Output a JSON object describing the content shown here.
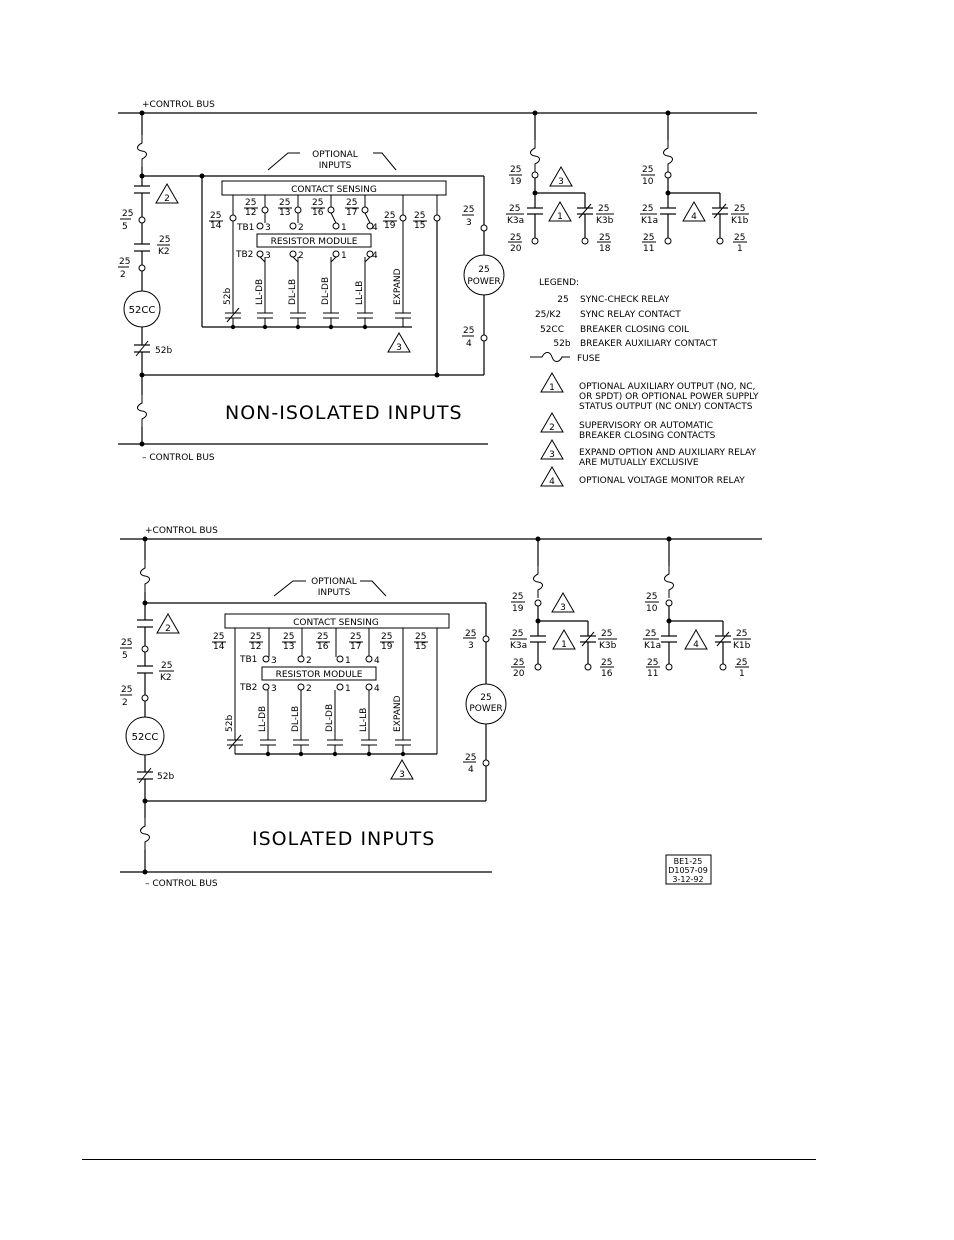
{
  "bus": {
    "pos": "+CONTROL BUS",
    "neg": "–  CONTROL BUS"
  },
  "optional_inputs": [
    "OPTIONAL",
    "INPUTS"
  ],
  "contact_sensing": "CONTACT SENSING",
  "resistor_module": "RESISTOR MODULE",
  "tb1": "TB1",
  "tb2": "TB2",
  "coil_label": "52CC",
  "power_label": [
    "25",
    "POWER"
  ],
  "contact_52b": "52b",
  "input_terms": [
    {
      "top": "25",
      "bot": "14"
    },
    {
      "top": "25",
      "bot": "12"
    },
    {
      "top": "25",
      "bot": "13"
    },
    {
      "top": "25",
      "bot": "16"
    },
    {
      "top": "25",
      "bot": "17"
    },
    {
      "top": "25",
      "bot": "19"
    },
    {
      "top": "25",
      "bot": "15"
    }
  ],
  "tb_nums": [
    "3",
    "2",
    "1",
    "4"
  ],
  "resistor_labels": [
    "52b",
    "LL-DB",
    "DL-LB",
    "DL-DB",
    "LL-LB",
    "EXPAND"
  ],
  "left_terms": {
    "t5": {
      "top": "25",
      "bot": "5"
    },
    "k2": {
      "top": "25",
      "bot": "K2"
    },
    "t2": {
      "top": "25",
      "bot": "2"
    },
    "t3": {
      "top": "25",
      "bot": "3"
    },
    "t4": {
      "top": "25",
      "bot": "4"
    }
  },
  "relay_terms": {
    "t19": {
      "top": "25",
      "bot": "19"
    },
    "k3a": {
      "top": "25",
      "bot": "K3a"
    },
    "k3b": {
      "top": "25",
      "bot": "K3b"
    },
    "t20": {
      "top": "25",
      "bot": "20"
    },
    "t18a": {
      "top": "25",
      "bot": "18"
    },
    "t18b": {
      "top": "25",
      "bot": "16"
    },
    "t10": {
      "top": "25",
      "bot": "10"
    },
    "k1a": {
      "top": "25",
      "bot": "K1a"
    },
    "k1b": {
      "top": "25",
      "bot": "K1b"
    },
    "t11": {
      "top": "25",
      "bot": "11"
    },
    "t1": {
      "top": "25",
      "bot": "1"
    }
  },
  "tri": [
    "1",
    "2",
    "3",
    "4"
  ],
  "legend_title": "LEGEND:",
  "legend": [
    {
      "sym": "25",
      "text": "SYNC-CHECK RELAY"
    },
    {
      "sym": "25/K2",
      "text": "SYNC RELAY CONTACT"
    },
    {
      "sym": "52CC",
      "text": "BREAKER CLOSING COIL"
    },
    {
      "sym": "52b",
      "text": "BREAKER AUXILIARY CONTACT"
    },
    {
      "sym": "",
      "text": "FUSE"
    }
  ],
  "notes": [
    {
      "num": "1",
      "lines": [
        "OPTIONAL AUXILIARY OUTPUT (NO, NC,",
        "OR SPDT) OR OPTIONAL POWER SUPPLY",
        "STATUS OUTPUT (NC ONLY) CONTACTS"
      ]
    },
    {
      "num": "2",
      "lines": [
        "SUPERVISORY OR AUTOMATIC",
        "BREAKER CLOSING CONTACTS"
      ]
    },
    {
      "num": "3",
      "lines": [
        "EXPAND OPTION AND AUXILIARY RELAY",
        "ARE MUTUALLY EXCLUSIVE"
      ]
    },
    {
      "num": "4",
      "lines": [
        "OPTIONAL VOLTAGE MONITOR RELAY"
      ]
    }
  ],
  "titles": {
    "top": "NON-ISOLATED INPUTS",
    "bottom": "ISOLATED INPUTS"
  },
  "drawing_id": [
    "BE1-25",
    "D1057-09",
    "3-12-92"
  ]
}
